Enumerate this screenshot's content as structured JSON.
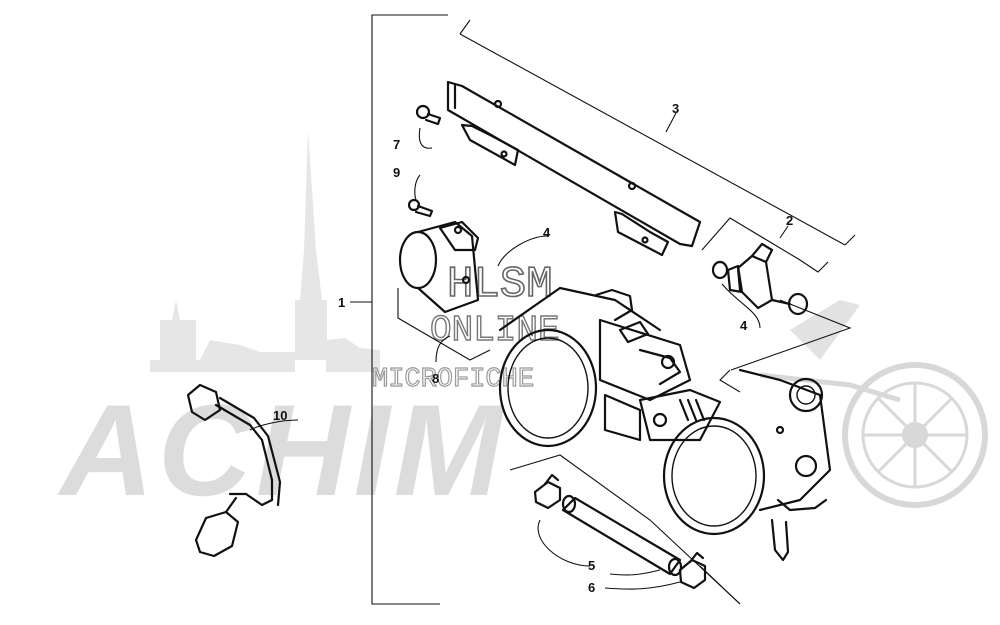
{
  "watermark": {
    "site_logo_text": "ACHIM",
    "line1": "HLSM",
    "line2": "ONLINE",
    "line3": "MICROFICHE"
  },
  "callouts": {
    "c1": "1",
    "c2": "2",
    "c3": "3",
    "c4a": "4",
    "c4b": "4",
    "c5": "5",
    "c6": "6",
    "c7": "7",
    "c8": "8",
    "c9": "9",
    "c10": "10"
  }
}
